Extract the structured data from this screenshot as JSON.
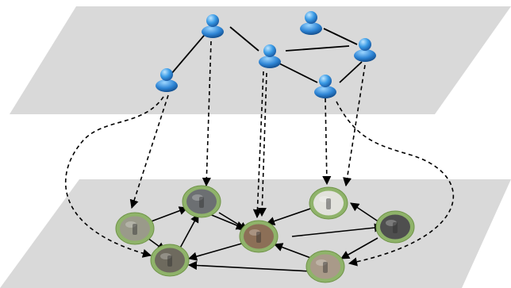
{
  "diagram": {
    "layers": [
      {
        "id": "social-layer",
        "kind": "users",
        "fill": "#d9d9d9"
      },
      {
        "id": "image-layer",
        "kind": "images",
        "fill": "#d9d9d9"
      }
    ],
    "users": [
      {
        "id": "u1",
        "icon": "user-icon"
      },
      {
        "id": "u2",
        "icon": "user-icon"
      },
      {
        "id": "u3",
        "icon": "user-icon"
      },
      {
        "id": "u4",
        "icon": "user-icon"
      },
      {
        "id": "u5",
        "icon": "user-icon"
      },
      {
        "id": "u6",
        "icon": "user-icon"
      }
    ],
    "images": [
      {
        "id": "p1",
        "icon": "photo-thumbnail-icon",
        "tone": "#9a9a8a"
      },
      {
        "id": "p2",
        "icon": "photo-thumbnail-icon",
        "tone": "#6c6f72"
      },
      {
        "id": "p3",
        "icon": "photo-thumbnail-icon",
        "tone": "#8c6f57"
      },
      {
        "id": "p4",
        "icon": "photo-thumbnail-icon",
        "tone": "#e2e2dc"
      },
      {
        "id": "p5",
        "icon": "photo-thumbnail-icon",
        "tone": "#4f4f4f"
      },
      {
        "id": "p6",
        "icon": "photo-thumbnail-icon",
        "tone": "#a99a89"
      },
      {
        "id": "p7",
        "icon": "photo-thumbnail-icon",
        "tone": "#6e6a5e"
      }
    ],
    "user_links": [
      [
        "u1",
        "u2"
      ],
      [
        "u2",
        "u3"
      ],
      [
        "u3",
        "u4"
      ],
      [
        "u4",
        "u6"
      ],
      [
        "u3",
        "u6"
      ],
      [
        "u5",
        "u6"
      ]
    ],
    "image_links": [
      [
        "p1",
        "p2"
      ],
      [
        "p2",
        "p3"
      ],
      [
        "p3",
        "p2"
      ],
      [
        "p4",
        "p1"
      ],
      [
        "p4",
        "p7"
      ],
      [
        "p7",
        "p2"
      ],
      [
        "p3",
        "p7"
      ],
      [
        "p5",
        "p3"
      ],
      [
        "p6",
        "p5"
      ],
      [
        "p6",
        "p3"
      ],
      [
        "p7",
        "p2"
      ]
    ],
    "ring_color": "#8fb36a",
    "user_color": "#3a8fd8"
  }
}
